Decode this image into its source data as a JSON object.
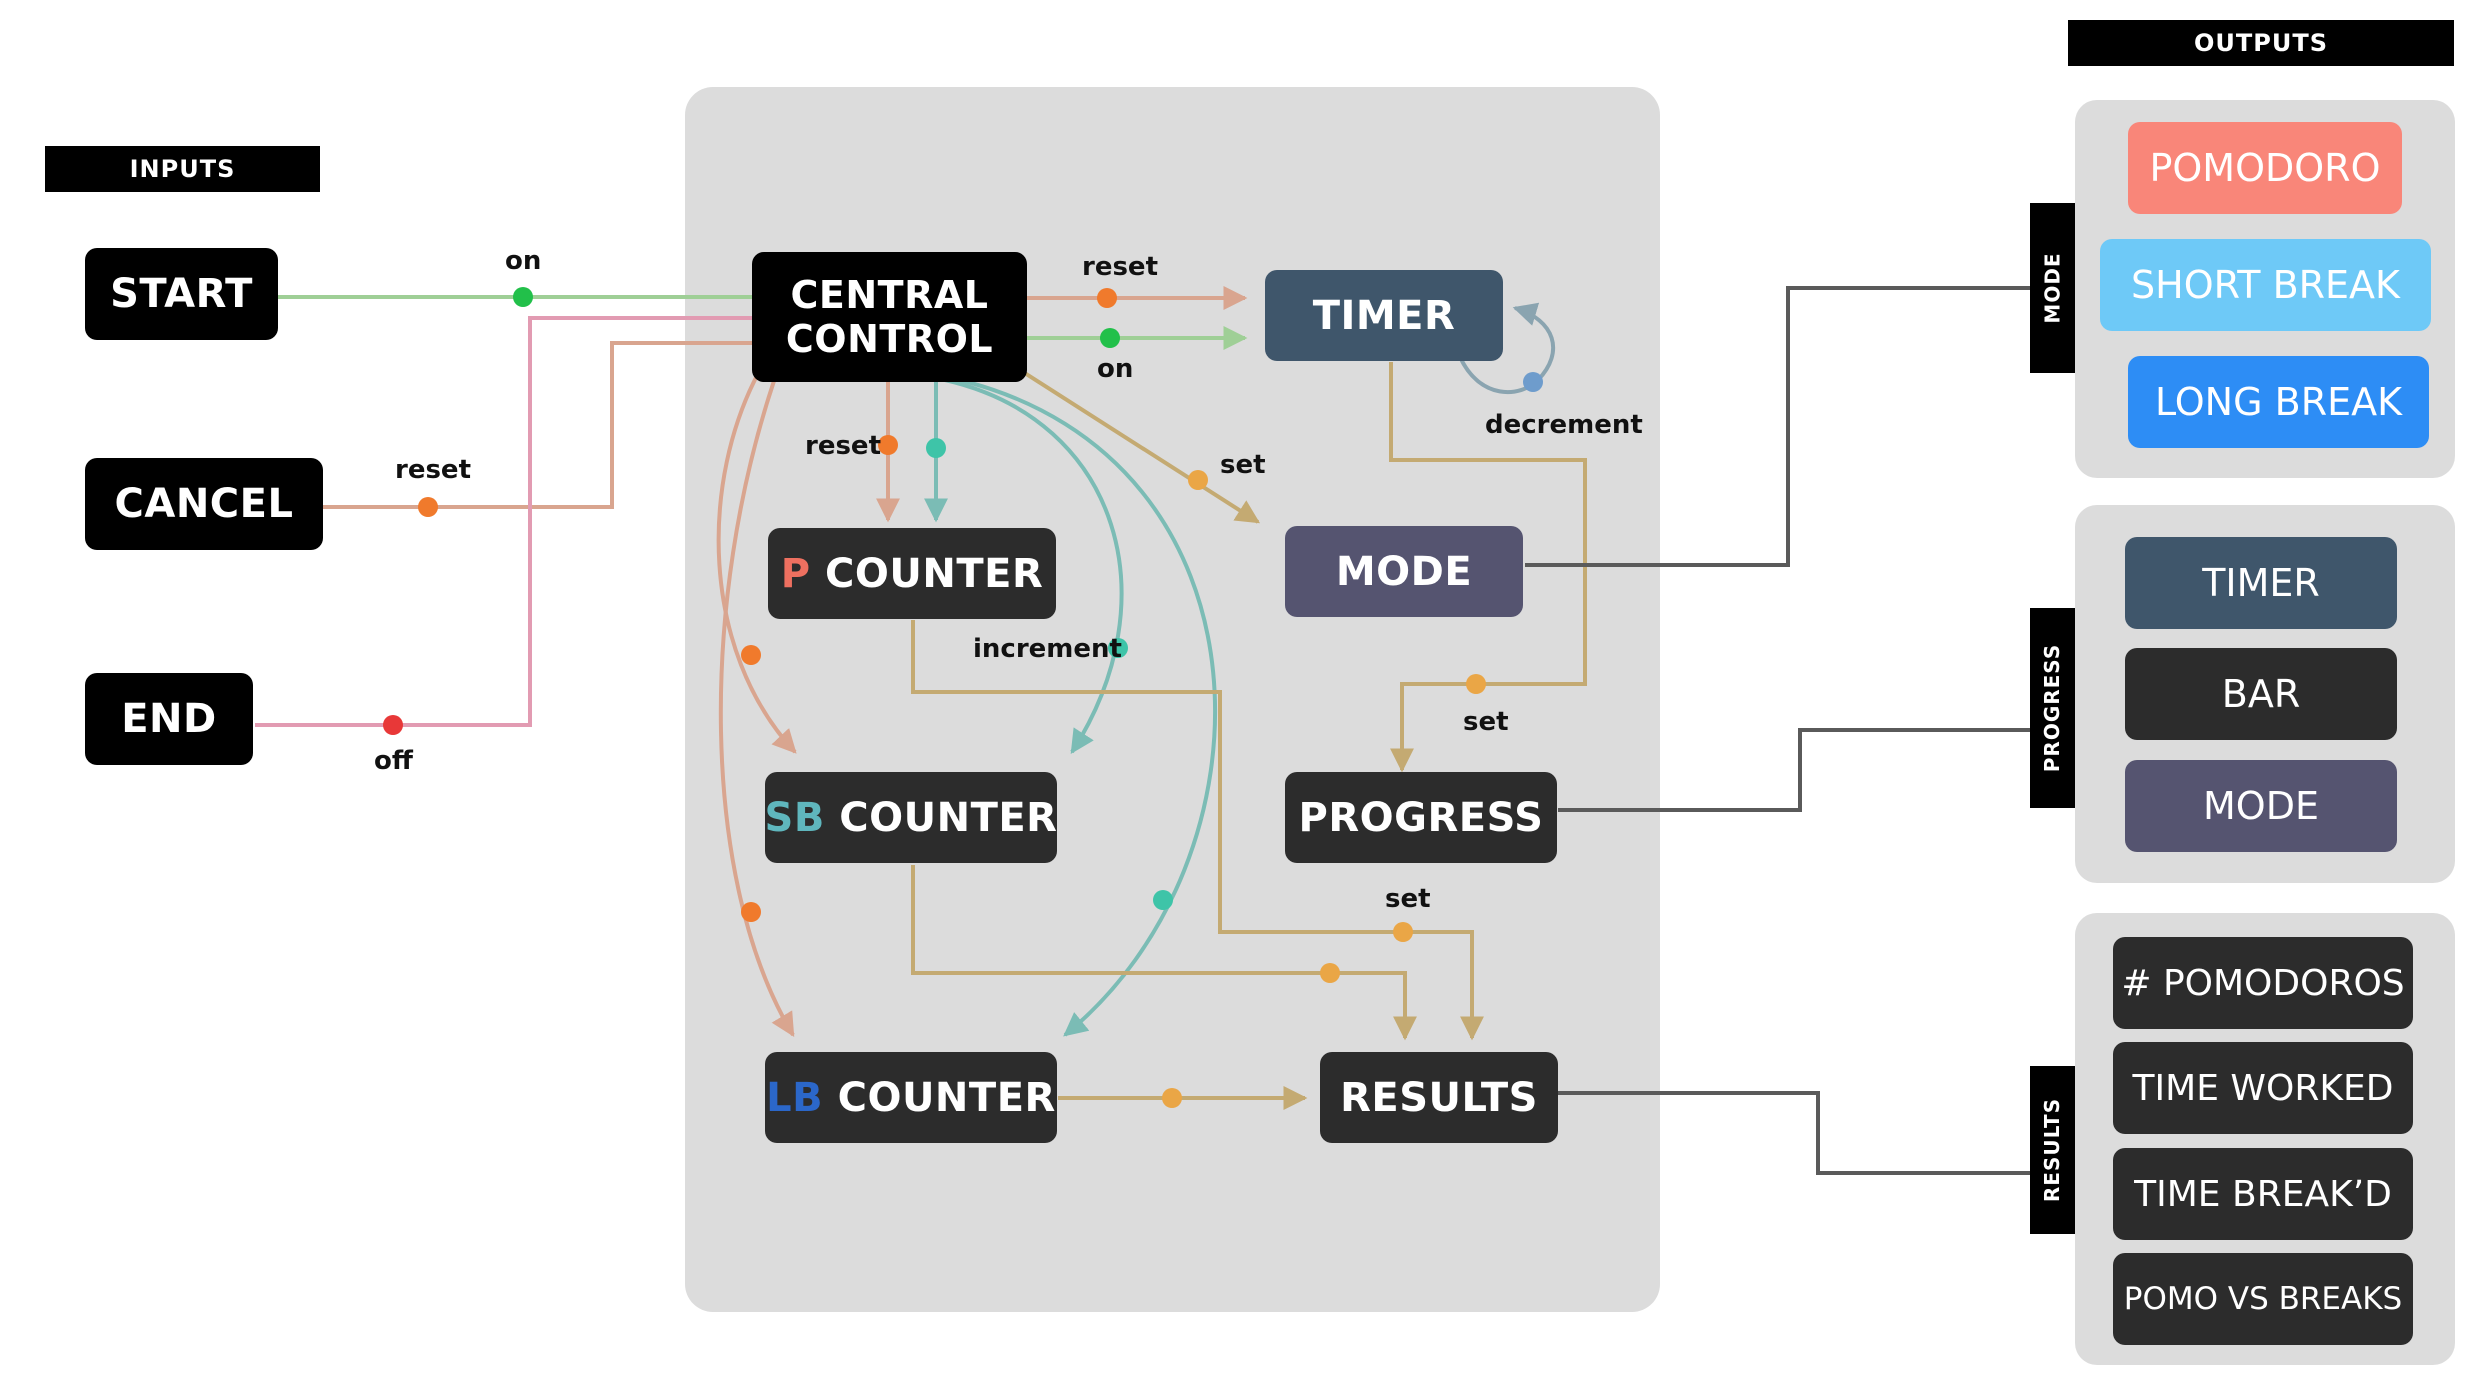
{
  "colors": {
    "on": "#22c04a",
    "reset": "#f07a2c",
    "off": "#e83838",
    "increment": "#3ec4a8",
    "set": "#eaa646",
    "decrement": "#6e9ccc",
    "line_on": "#9fcf96",
    "line_reset": "#d9a58f",
    "line_off": "#e29bb2",
    "line_teal": "#7bbcb5",
    "line_gold": "#c4aa72",
    "line_gray_blue": "#8aa4b0",
    "line_output": "#5a5a5a",
    "output_pomodoro": "#f98679",
    "output_short_break": "#6ec9f7",
    "output_long_break": "#2d8df5",
    "output_timer": "#3f566b",
    "output_bar": "#2c2c2c",
    "output_mode": "#555470"
  },
  "headers": {
    "inputs": "INPUTS",
    "outputs": "OUTPUTS"
  },
  "inputs": {
    "start": "START",
    "cancel": "CANCEL",
    "end": "END"
  },
  "nodes": {
    "central_line1": "CENTRAL",
    "central_line2": "CONTROL",
    "timer": "TIMER",
    "mode": "MODE",
    "progress": "PROGRESS",
    "results": "RESULTS",
    "p_counter": {
      "prefix": "P",
      "label": "COUNTER"
    },
    "sb_counter": {
      "prefix": "SB",
      "label": "COUNTER"
    },
    "lb_counter": {
      "prefix": "LB",
      "label": "COUNTER"
    }
  },
  "edge_labels": {
    "start_on": "on",
    "cancel_reset": "reset",
    "end_off": "off",
    "central_reset": "reset",
    "central_on": "on",
    "counter_reset": "reset",
    "mode_set": "set",
    "decrement": "decrement",
    "increment": "increment",
    "progress_set": "set",
    "results_set": "set"
  },
  "outputs": {
    "mode_tab": "MODE",
    "progress_tab": "PROGRESS",
    "results_tab": "RESULTS",
    "mode_items": [
      "POMODORO",
      "SHORT BREAK",
      "LONG BREAK"
    ],
    "progress_items": [
      "TIMER",
      "BAR",
      "MODE"
    ],
    "results_items": [
      "# POMODOROS",
      "TIME WORKED",
      "TIME BREAK’D",
      "POMO VS BREAKS"
    ]
  }
}
